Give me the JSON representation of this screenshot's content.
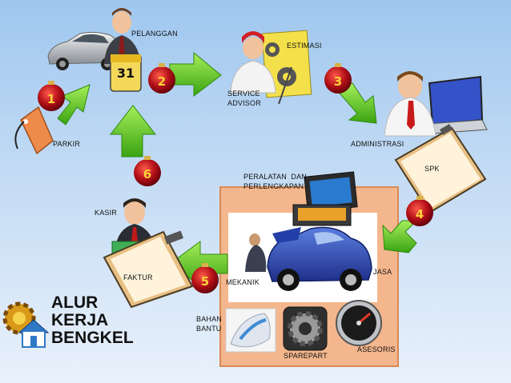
{
  "title": {
    "line1": "ALUR",
    "line2": "KERJA",
    "line3": "BENGKEL"
  },
  "labels": {
    "pelanggan": "PELANGGAN",
    "estimasi": "ESTIMASI",
    "service_advisor_1": "SERVICE",
    "service_advisor_2": "ADVISOR",
    "administrasi": "ADMINISTRASI",
    "spk": "SPK",
    "parkir": "PARKIR",
    "kasir": "KASIR",
    "faktur": "FAKTUR",
    "peralatan_1": "PERALATAN  DAN",
    "peralatan_2": "PERLENGKAPAN",
    "mekanik": "MEKANIK",
    "jasa": "JASA",
    "bahan_1": "BAHAN",
    "bahan_2": "BANTU",
    "sparepart": "SPAREPART",
    "asesoris": "ASESORIS",
    "calendar": "31"
  },
  "steps": [
    "1",
    "2",
    "3",
    "4",
    "5",
    "6"
  ],
  "colors": {
    "arrow_green": "#4fc21f",
    "ball_red": "#b0121a",
    "box_orange": "#f0a070",
    "clipboard": "#e8c084",
    "number_yellow": "#ffd23a"
  }
}
